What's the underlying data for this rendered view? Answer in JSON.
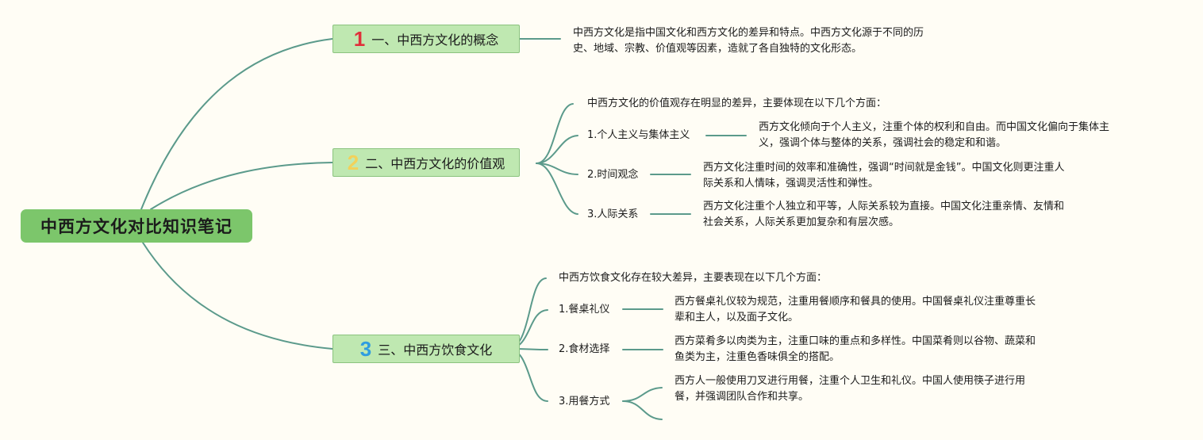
{
  "root": {
    "title": "中西方文化对比知识笔记"
  },
  "colors": {
    "link": "#5b9a8b",
    "root_fill": "#7cc66b",
    "branch_fill": "#bfe8b1",
    "num1": "#e0303a",
    "num2": "#f2d15a",
    "num3": "#2f9de0"
  },
  "branch1": {
    "num": "1",
    "title": "一、中西方文化的概念",
    "desc_line1": "中西方文化是指中国文化和西方文化的差异和特点。中西方文化源于不同的历",
    "desc_line2": "史、地域、宗教、价值观等因素，造就了各自独特的文化形态。"
  },
  "branch2": {
    "num": "2",
    "title": "二、中西方文化的价值观",
    "intro": "中西方文化的价值观存在明显的差异，主要体现在以下几个方面：",
    "items": [
      {
        "label": "1.个人主义与集体主义",
        "line1": "西方文化倾向于个人主义，注重个体的权利和自由。而中国文化偏向于集体主",
        "line2": "义，强调个体与整体的关系，强调社会的稳定和和谐。"
      },
      {
        "label": "2.时间观念",
        "line1": "西方文化注重时间的效率和准确性，强调“时间就是金钱”。中国文化则更注重人",
        "line2": "际关系和人情味，强调灵活性和弹性。"
      },
      {
        "label": "3.人际关系",
        "line1": "西方文化注重个人独立和平等，人际关系较为直接。中国文化注重亲情、友情和",
        "line2": "社会关系，人际关系更加复杂和有层次感。"
      }
    ]
  },
  "branch3": {
    "num": "3",
    "title": "三、中西方饮食文化",
    "intro": "中西方饮食文化存在较大差异，主要表现在以下几个方面：",
    "items": [
      {
        "label": "1.餐桌礼仪",
        "line1": "西方餐桌礼仪较为规范，注重用餐顺序和餐具的使用。中国餐桌礼仪注重尊重长",
        "line2": "辈和主人，以及面子文化。"
      },
      {
        "label": "2.食材选择",
        "line1": "西方菜肴多以肉类为主，注重口味的重点和多样性。中国菜肴则以谷物、蔬菜和",
        "line2": "鱼类为主，注重色香味俱全的搭配。"
      },
      {
        "label": "3.用餐方式",
        "line1": "西方人一般使用刀叉进行用餐，注重个人卫生和礼仪。中国人使用筷子进行用",
        "line2": "餐，并强调团队合作和共享。"
      }
    ]
  }
}
